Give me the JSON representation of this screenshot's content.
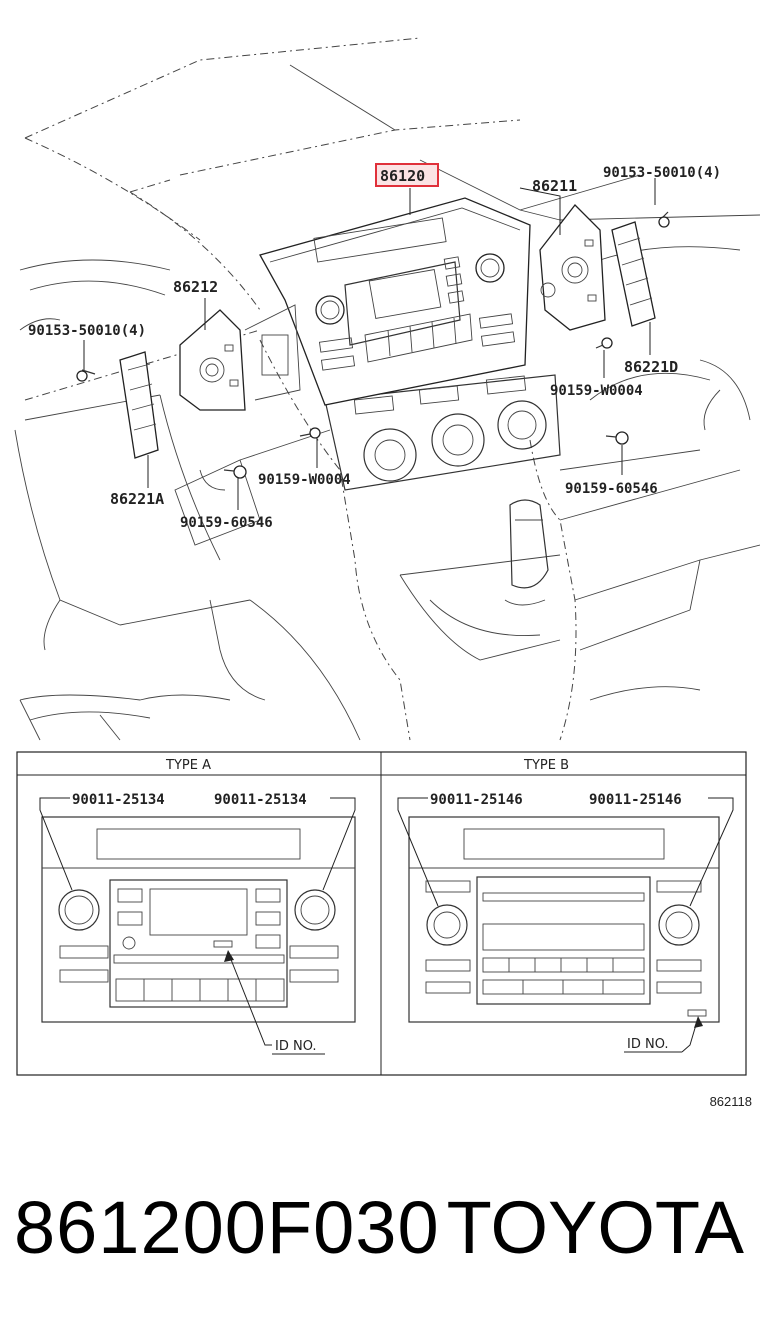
{
  "callouts": {
    "main_part": "86120",
    "right_bracket": "86211",
    "left_bracket": "86212",
    "screw_top_right": "90153-50010(4)",
    "screw_top_left": "90153-50010(4)",
    "right_panel": "86221D",
    "left_panel": "86221A",
    "screw_w_right": "90159-W0004",
    "screw_w_left": "90159-W0004",
    "bolt_right": "90159-60546",
    "bolt_left": "90159-60546"
  },
  "inset": {
    "type_a": {
      "title": "TYPE A",
      "knob_left": "90011-25134",
      "knob_right": "90011-25134",
      "id_label": "ID NO."
    },
    "type_b": {
      "title": "TYPE B",
      "knob_left": "90011-25146",
      "knob_right": "90011-25146",
      "id_label": "ID NO."
    }
  },
  "figure_code": "862118",
  "footer": {
    "part_number": "861200F030",
    "brand": "TOYOTA"
  },
  "colors": {
    "highlight": "#e0303a",
    "highlight_fill": "#fbe3e4",
    "ink": "#222222"
  }
}
